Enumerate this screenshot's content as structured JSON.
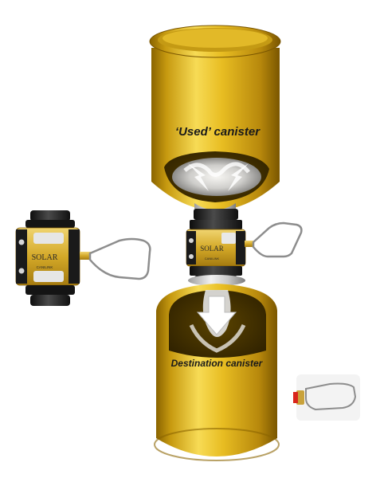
{
  "labels": {
    "used_canister": "‘Used’ canister",
    "destination_canister": "Destination canister"
  },
  "adapter": {
    "brand": "SOLAR",
    "sub_text": "CANILINK"
  },
  "colors": {
    "canister_yellow": "#e3b51a",
    "canister_dark": "#8a6400",
    "canister_light": "#f8dc57",
    "valve_black": "#1d1d1d",
    "brass": "#c9a23a",
    "handle_metal": "#8d8d8d",
    "gas_white": "#ffffff"
  }
}
